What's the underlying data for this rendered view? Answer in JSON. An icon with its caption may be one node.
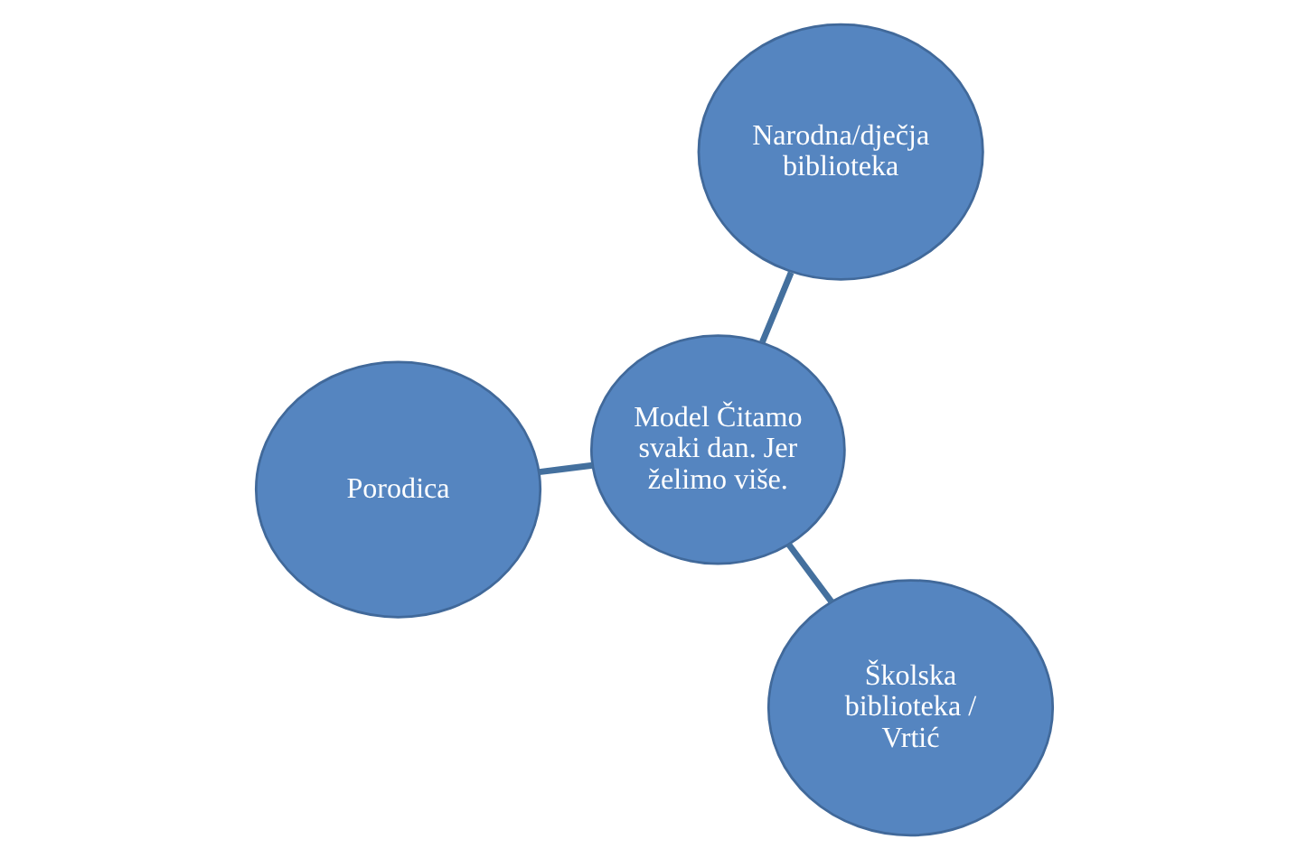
{
  "diagram": {
    "nodes": [
      {
        "text": [
          "Porodica"
        ]
      },
      {
        "text": [
          "Model Čitamo svaki dan. Jer želimo više."
        ]
      },
      {
        "text": [
          "Školska biblioteka / Vrtić"
        ]
      },
      {
        "text": [
          "Narodna/dječja biblioteka"
        ]
      }
    ],
    "edges": [
      {
        "from": 1,
        "to": 0,
        "arrow": "none"
      },
      {
        "from": 1,
        "to": 2,
        "arrow": "none"
      },
      {
        "from": 1,
        "to": 3,
        "arrow": "none"
      }
    ]
  }
}
